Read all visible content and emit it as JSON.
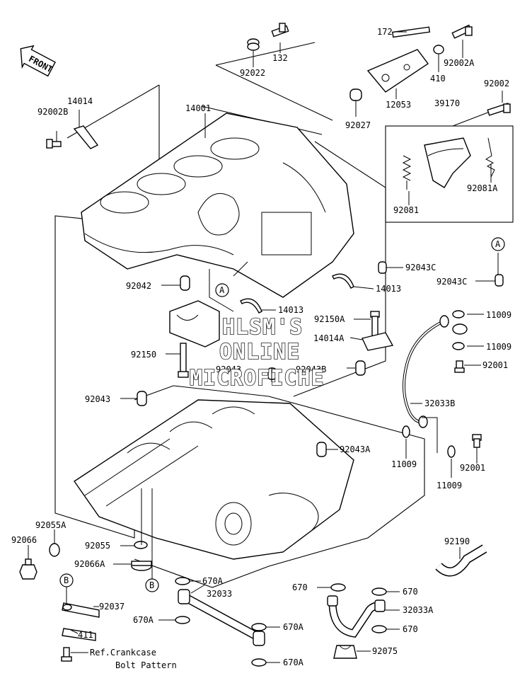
{
  "front_badge": "FRONT",
  "watermark": [
    "HLSM'S",
    "ONLINE",
    "MICROFICHE"
  ],
  "callout_markers": {
    "a": "A",
    "b": "B"
  },
  "part_numbers": {
    "p172": "172",
    "p132": "132",
    "p92022": "92022",
    "p92002A": "92002A",
    "p410": "410",
    "p12053": "12053",
    "p92027": "92027",
    "p39170": "39170",
    "p92002": "92002",
    "p92081A": "92081A",
    "p92081": "92081",
    "p14014": "14014",
    "p92002B": "92002B",
    "p14001": "14001",
    "p92043C_a": "92043C",
    "p92043C_b": "92043C",
    "p14013_a": "14013",
    "p14013_b": "14013",
    "p92042": "92042",
    "p92150A": "92150A",
    "p14014A": "14014A",
    "p11009_a": "11009",
    "p11009_b": "11009",
    "p11009_c": "11009",
    "p11009_d": "11009",
    "p92001_a": "92001",
    "p92001_b": "92001",
    "p92150": "92150",
    "p92043": "92043",
    "p92043B": "92043B",
    "p92043_b": "92043",
    "p32033B": "32033B",
    "p92043A": "92043A",
    "p92055A": "92055A",
    "p92066": "92066",
    "p92055": "92055",
    "p92066A": "92066A",
    "p92190": "92190",
    "p670A_a": "670A",
    "p32033": "32033",
    "p670": "670",
    "p670_b": "670",
    "p32033A": "32033A",
    "p670_c": "670",
    "p92037": "92037",
    "p670A_b": "670A",
    "p670A_c": "670A",
    "p411": "411",
    "p670A_d": "670A",
    "p92075": "92075",
    "ref_line1": "Ref.Crankcase",
    "ref_line2": "Bolt Pattern"
  }
}
